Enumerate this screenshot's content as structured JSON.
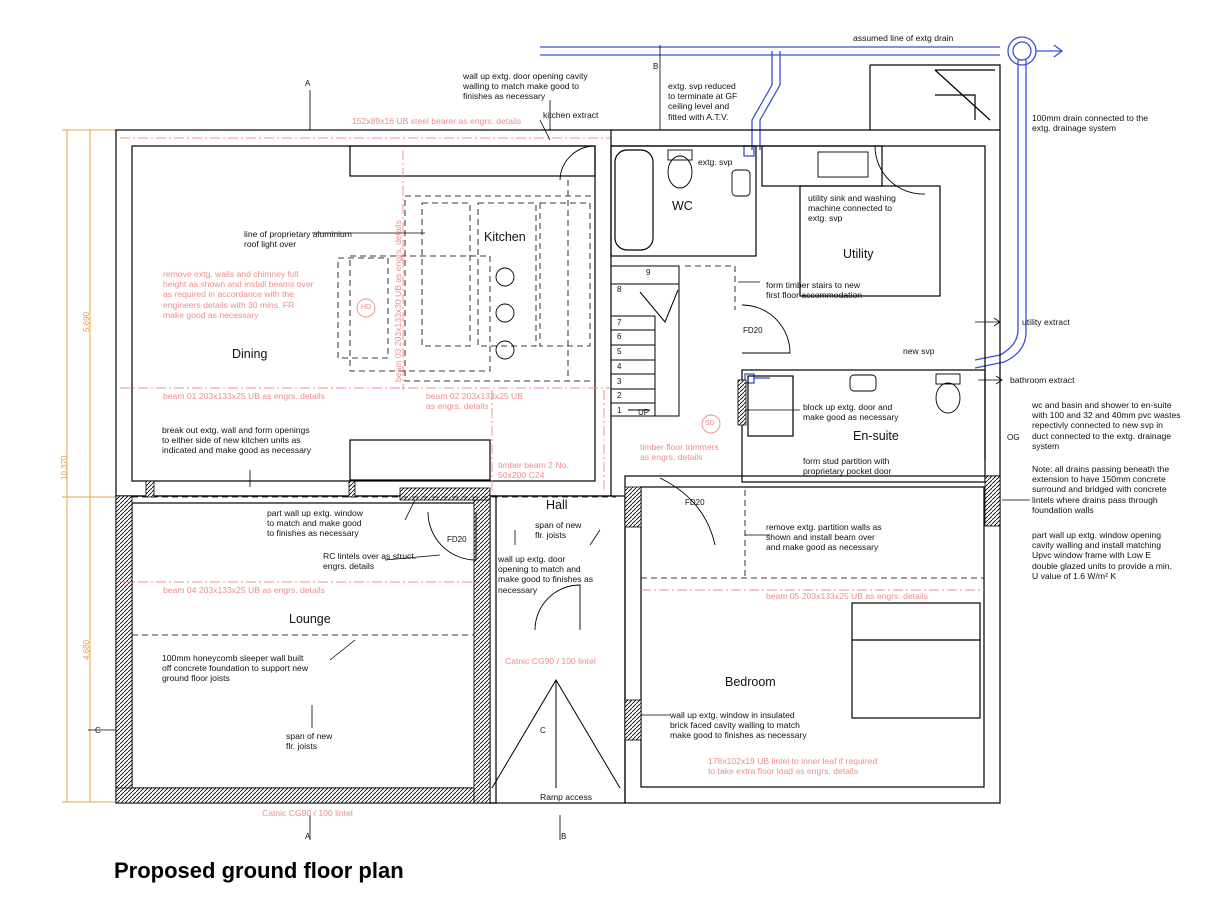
{
  "title": "Proposed ground floor plan",
  "rooms": {
    "kitchen": "Kitchen",
    "wc": "WC",
    "utility": "Utility",
    "dining": "Dining",
    "ensuite": "En-suite",
    "hall": "Hall",
    "lounge": "Lounge",
    "bedroom": "Bedroom"
  },
  "dimensions": {
    "overall": "10.370",
    "upper": "5.690",
    "lower": "4.680"
  },
  "section_marks": {
    "a": "A",
    "b": "B",
    "c": "C"
  },
  "stair_numbers": [
    "1",
    "2",
    "3",
    "4",
    "5",
    "6",
    "7",
    "8",
    "9"
  ],
  "labels": {
    "up": "UP",
    "fd20": "FD20",
    "og": "OG",
    "hd": "HD",
    "sd": "SD",
    "ramp": "Ramp access"
  },
  "notes": {
    "drain_line": "assumed line of extg drain",
    "wall_up_door_cavity": "wall up extg. door opening cavity\nwalling to match make good to\nfinishes as necessary",
    "svp_reduced": "extg. svp reduced\nto terminate at GF\nceiling level and\nfitted with A.T.V.",
    "drain_connected": "100mm drain connected to the\nextg. drainage system",
    "kitchen_extract": "kitchen extract",
    "extg_svp": "extg. svp",
    "utility_sink": "utility sink and washing\nmachine connected to\nextg. svp",
    "roof_light": "line of proprietary aluminium\nroof light over",
    "timber_stairs": "form timber stairs to new\nfirst floor accommodation",
    "utility_extract": "utility extract",
    "new_svp": "new svp",
    "bathroom_extract": "bathroom extract",
    "block_up_door": "block up extg. door and\nmake good as necessary",
    "wc_basin": "wc and basin and shower to en-suite\nwith 100 and 32 and 40mm pvc wastes\nrepectivly connected to new svp in\nduct connected to the extg. drainage\nsystem",
    "drains_note": "Note:  all drains passing beneath the\nextension to have 150mm concrete\nsurround and bridged with concrete\nlintels where drains pass through\nfoundation walls",
    "break_out": "break out extg. wall and form openings\nto either side of new kitchen units as\nindicated and make good as necessary",
    "stud_partition": "form stud partition with\nproprietary pocket door",
    "part_wall_window": "part wall up extg. window\nto match and make good\nto finishes as necessary",
    "span_joists_hall": "span of new\nflr. joists",
    "remove_partitions": "remove extg. partition walls as\nshown and install beam over\nand make good as necessary",
    "part_wall_window_cavity": "part wall up extg. window opening\ncavity walling and install matching\nUpvc window frame with Low E\ndouble glazed units to provide a min.\nU value of 1.6 W/m² K",
    "rc_lintels": "RC lintels over as struct.\nengrs. details",
    "wall_up_door_hall": "wall up extg. door\nopening to match and\nmake good to finishes as\nnecessary",
    "honeycomb": "100mm honeycomb sleeper wall built\noff concrete foundation to support new\nground floor joists",
    "span_joists_lounge": "span of new\nflr. joists",
    "wall_up_window_bedroom": "wall up extg. window in insulated\nbrick faced cavity walling to match\nmake good to finishes as necessary"
  },
  "structural_notes": {
    "steel_bearer": "152x89x16 UB steel bearer as engrs. details",
    "remove_walls": "remove extg. walls and chimney full\nheight as shown and install beams over\nas required in accordance with the\nengineers details with 30 mins. FR\nmake good as necessary",
    "beam03": "beam 03 203x133x30 UB as engrs. details",
    "beam01": "beam 01 203x133x25 UB as engrs. details",
    "beam02": "beam 02 203x133x25 UB\nas engrs. details",
    "timber_trimmers": "timber floor trimmers\nas engrs. details",
    "timber_beam2": "timber beam 2 No.\n50x200 C24",
    "beam04": "beam 04 203x133x25 UB as engrs. details",
    "beam05": "beam 05 203x133x25 UB as engrs. details",
    "catnic_cg90": "Catnic CG90 / 100 lintel",
    "ub_lintel": "178x102x19 UB lintel to inner leaf if required\nto take extra floor load as engrs. details",
    "catnic_bottom": "Catnic CG90 / 100 lintel"
  },
  "colors": {
    "wall": "#000000",
    "structural": "#f08c8c",
    "drain": "#3a4fd8",
    "dimension": "#e8a04a"
  }
}
